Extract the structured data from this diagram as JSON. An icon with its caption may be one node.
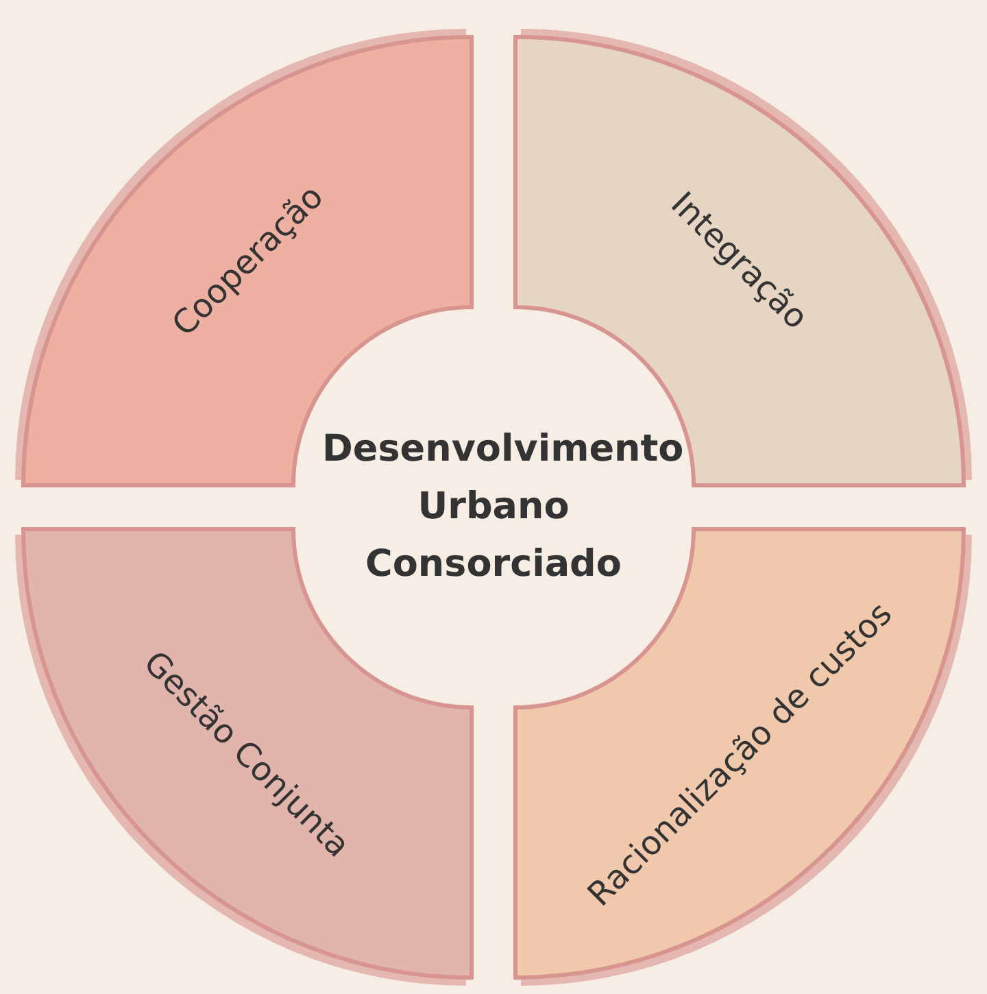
{
  "diagram": {
    "nodes": [
      {
        "text": [
          "Cooperação"
        ]
      },
      {
        "text": [
          "Integração"
        ]
      },
      {
        "text": [
          "Desenvolvimento Urbano Consorciado"
        ]
      },
      {
        "text": [
          "Gestão Conjunta"
        ]
      },
      {
        "text": [
          "Racionalização de custos"
        ]
      }
    ]
  }
}
